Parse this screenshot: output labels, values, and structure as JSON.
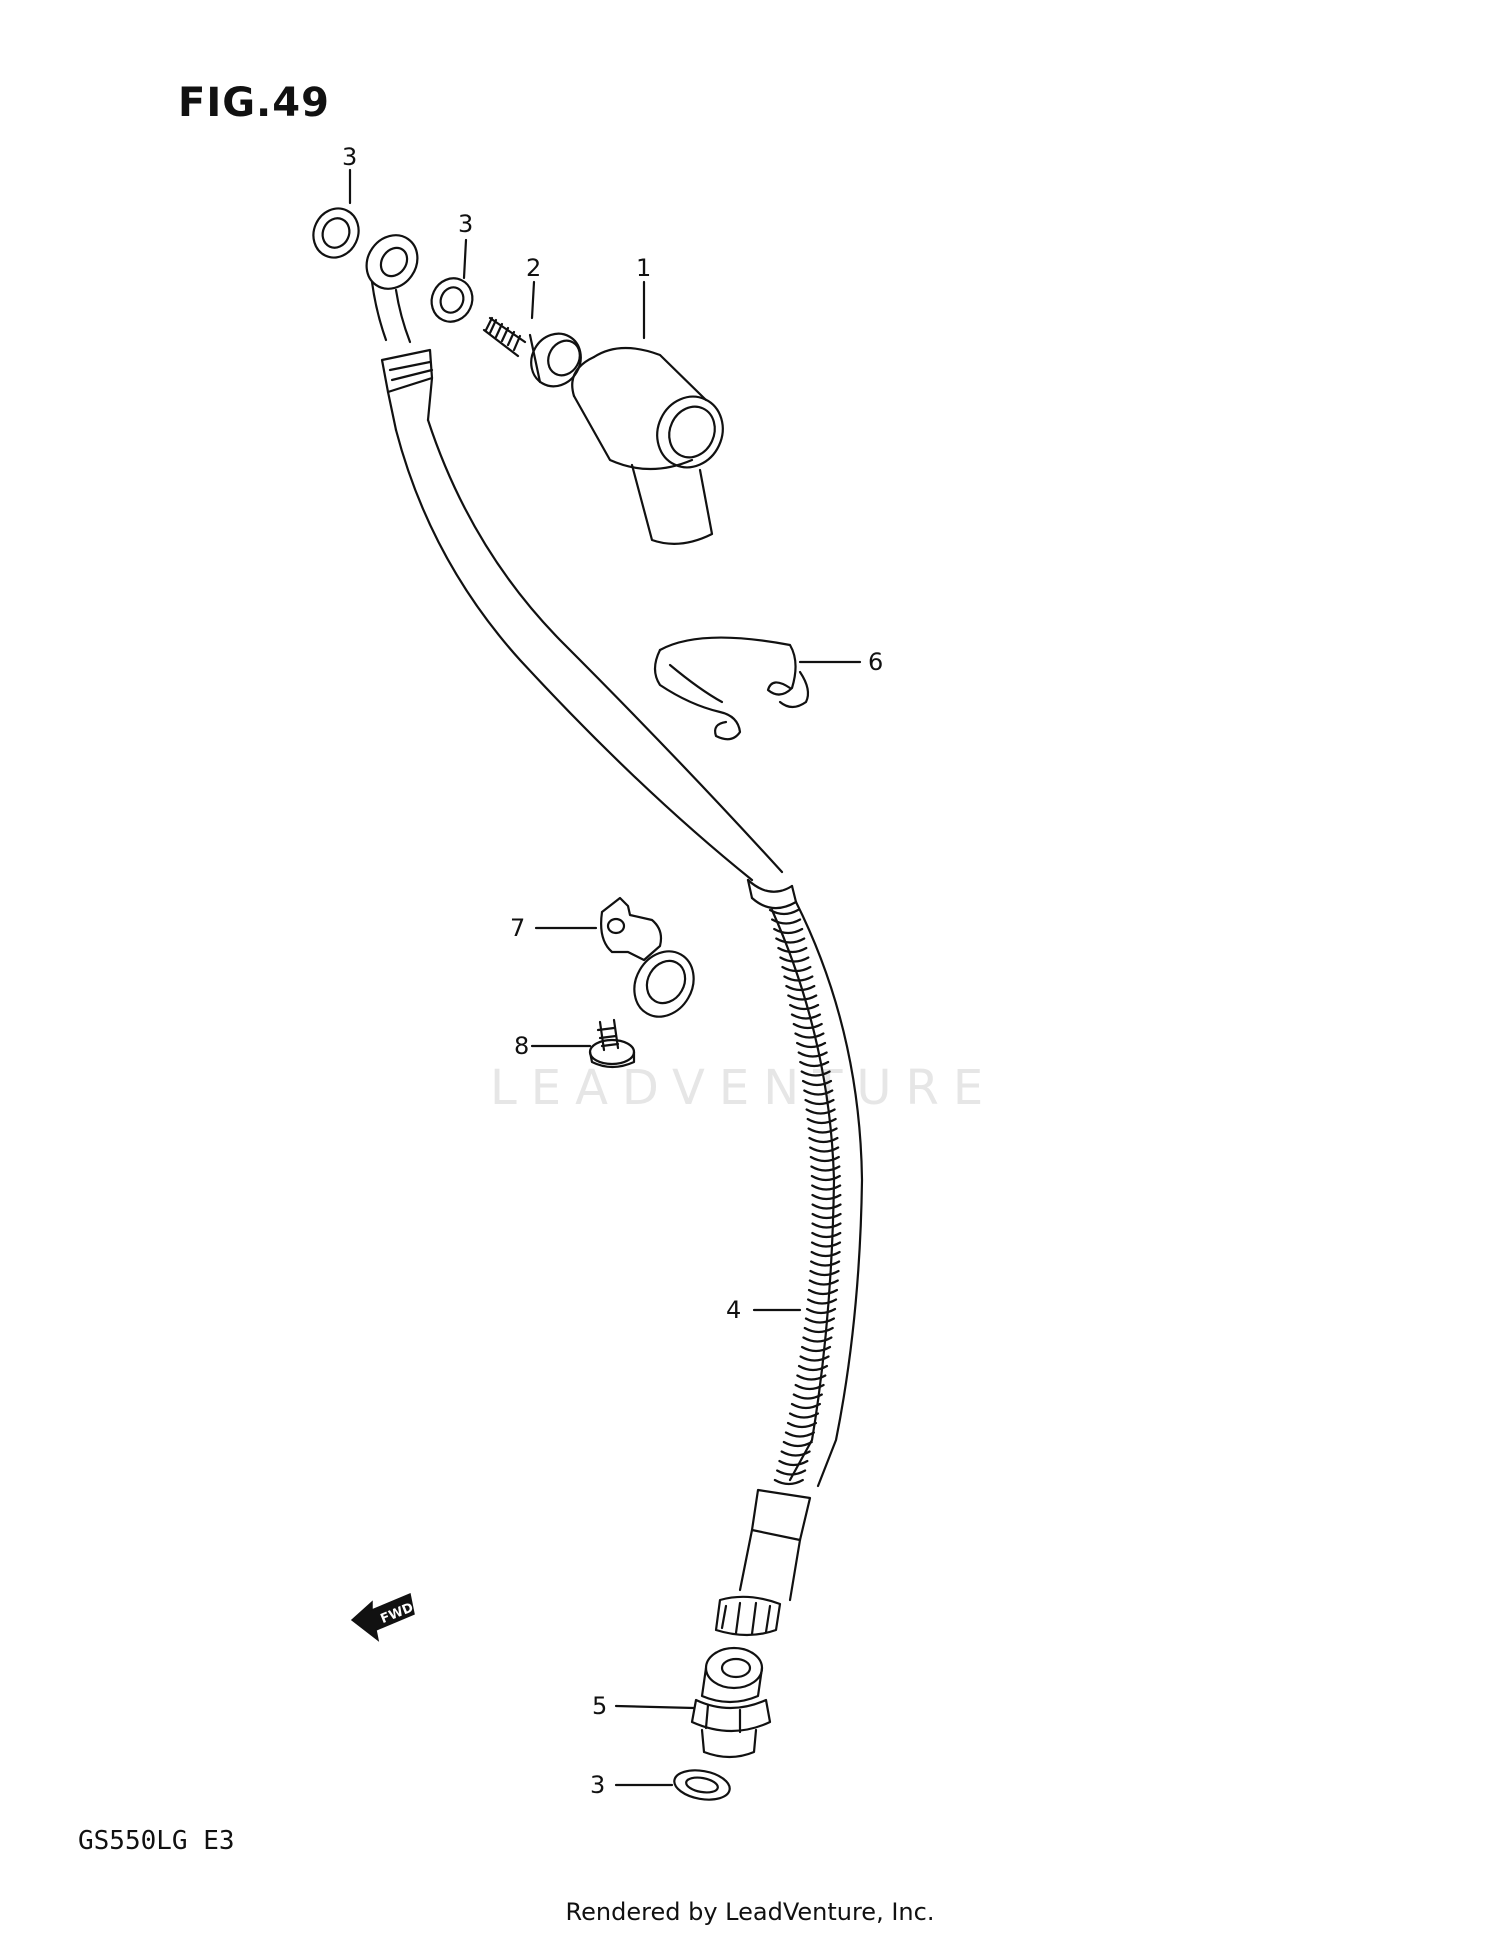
{
  "figure": {
    "title": "FIG.49"
  },
  "model_code": "GS550LG E3",
  "footer": "Rendered by LeadVenture, Inc.",
  "watermark": "LEADVENTURE",
  "fwd_arrow_label": "FWD",
  "callouts": [
    {
      "id": "c3a",
      "label": "3"
    },
    {
      "id": "c3b",
      "label": "3"
    },
    {
      "id": "c2",
      "label": "2"
    },
    {
      "id": "c1",
      "label": "1"
    },
    {
      "id": "c6",
      "label": "6"
    },
    {
      "id": "c7",
      "label": "7"
    },
    {
      "id": "c8",
      "label": "8"
    },
    {
      "id": "c4",
      "label": "4"
    },
    {
      "id": "c5",
      "label": "5"
    },
    {
      "id": "c3c",
      "label": "3"
    }
  ]
}
